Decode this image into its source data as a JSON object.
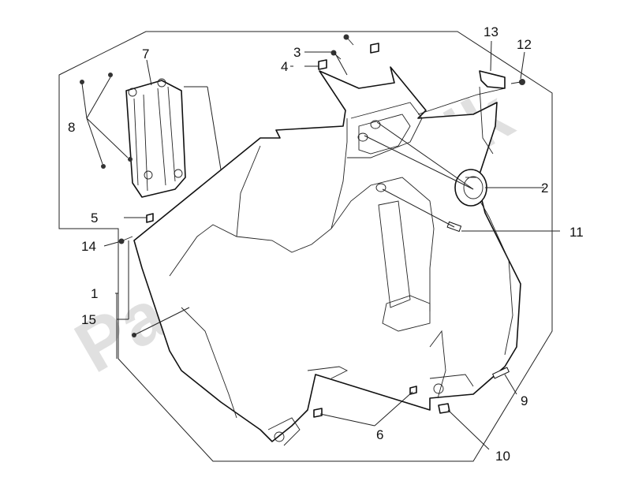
{
  "watermark": "PartsRepublik",
  "callouts": [
    {
      "id": "1",
      "label": "1"
    },
    {
      "id": "2",
      "label": "2"
    },
    {
      "id": "3",
      "label": "3"
    },
    {
      "id": "4",
      "label": "4"
    },
    {
      "id": "5",
      "label": "5"
    },
    {
      "id": "6",
      "label": "6"
    },
    {
      "id": "7",
      "label": "7"
    },
    {
      "id": "8",
      "label": "8"
    },
    {
      "id": "9",
      "label": "9"
    },
    {
      "id": "10",
      "label": "10"
    },
    {
      "id": "11",
      "label": "11"
    },
    {
      "id": "12",
      "label": "12"
    },
    {
      "id": "13",
      "label": "13"
    },
    {
      "id": "14",
      "label": "14"
    },
    {
      "id": "15",
      "label": "15"
    }
  ]
}
